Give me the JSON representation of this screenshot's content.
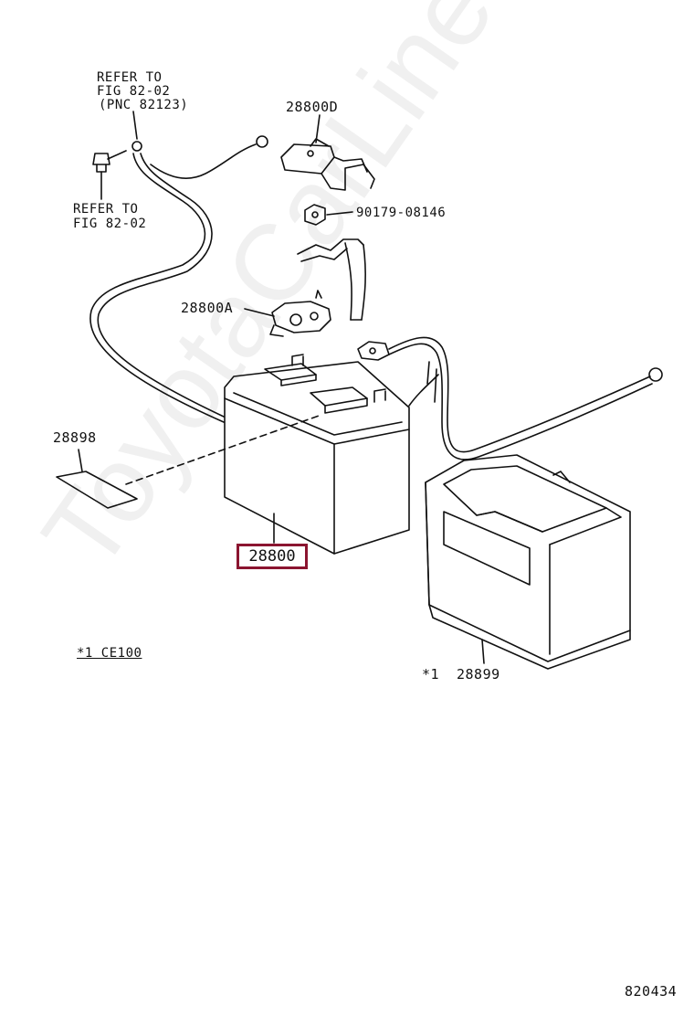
{
  "labels": {
    "refer_top_1": "REFER TO",
    "refer_top_2": "FIG 82-02",
    "refer_top_3": "(PNC 82123)",
    "refer_bottom_1": "REFER TO",
    "refer_bottom_2": "FIG 82-02",
    "bracket_part": "28800D",
    "nut_part": "90179-08146",
    "clamp_part": "28800A",
    "label_part": "28898",
    "battery_part": "28800",
    "note": "*1 CE100",
    "tray_marker": "*1",
    "tray_part": "28899",
    "diagram_id": "820434"
  },
  "watermark": "ToyotaCarLine.ru",
  "colors": {
    "line": "#111111",
    "highlight": "#8b1530"
  }
}
